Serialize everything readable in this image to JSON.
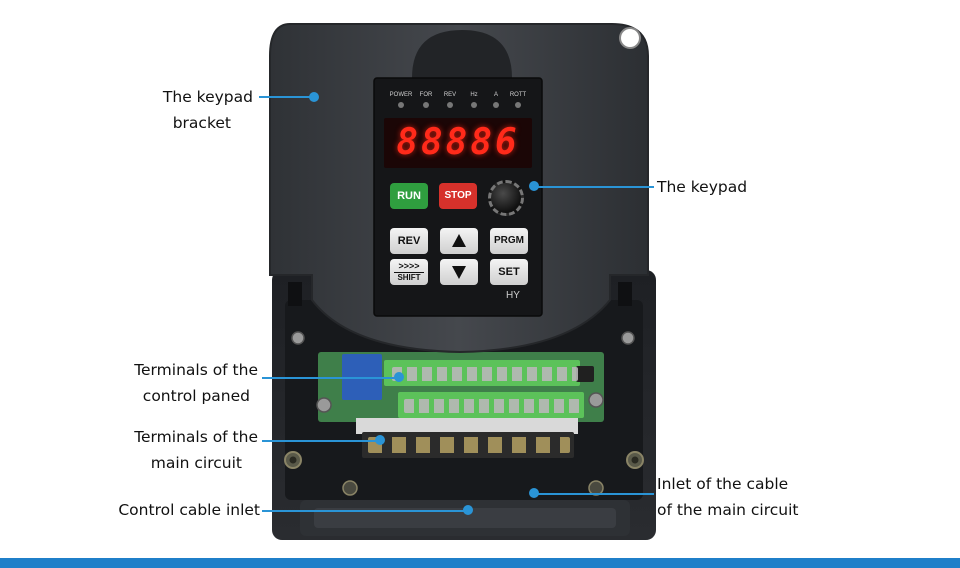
{
  "device": {
    "leds": [
      "POWER",
      "FOR",
      "REV",
      "Hz",
      "A",
      "ROTT"
    ],
    "display_digits": "88886",
    "buttons": {
      "run": "RUN",
      "stop": "STOP",
      "rev": "REV",
      "prgm": "PRGM",
      "shift": "SHIFT",
      "shift_arrows": ">>>>",
      "set": "SET"
    },
    "brand": "HY"
  },
  "callouts": {
    "keypad_bracket": [
      "The keypad",
      "bracket"
    ],
    "keypad": "The keypad",
    "control_terminals": [
      "Terminals of the",
      "control paned"
    ],
    "main_terminals": [
      "Terminals of the",
      "main circuit"
    ],
    "control_cable_inlet": "Control cable inlet",
    "main_cable_inlet": [
      "Inlet of the cable",
      "of the main circuit"
    ]
  },
  "colors": {
    "accent": "#2a94d6",
    "run_button": "#2f9e3f",
    "stop_button": "#d6312b",
    "display_red": "#ff2a1a",
    "housing": "#3d4045",
    "terminal_green": "#4caf50"
  }
}
